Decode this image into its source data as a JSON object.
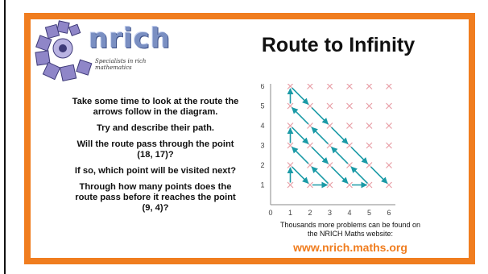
{
  "logo": {
    "name": "nrich",
    "tagline": "Specialists in rich mathematics"
  },
  "title": "Route to Infinity",
  "questions": [
    "Take some time to look at the route the arrows follow in the diagram.",
    "Try and describe their path.",
    "Will the route pass through the point (18, 17)?",
    "If so, which point will be visited next?",
    "Through how many points does the route pass before it reaches the point (9, 4)?"
  ],
  "footer": {
    "line1": "Thousands more problems can be found on",
    "line2": "the NRICH Maths website:",
    "url": "www.nrich.maths.org"
  },
  "colors": {
    "border": "#f07d1f",
    "arrow": "#1a9aa6",
    "cross": "#e8a0a8",
    "logo_tile": "#8f86c8"
  },
  "chart_data": {
    "type": "scatter",
    "x_ticks": [
      "0",
      "1",
      "2",
      "3",
      "4",
      "5",
      "6"
    ],
    "y_ticks": [
      "1",
      "2",
      "3",
      "4",
      "5",
      "6"
    ],
    "xlim": [
      0,
      6
    ],
    "ylim": [
      0,
      6
    ],
    "grid": false,
    "points": "all integer points (x, y) with 1 ≤ x ≤ 6 and 1 ≤ y ≤ 6, marked with crosses",
    "route": [
      [
        1,
        1
      ],
      [
        1,
        2
      ],
      [
        2,
        1
      ],
      [
        3,
        1
      ],
      [
        2,
        2
      ],
      [
        1,
        3
      ],
      [
        1,
        4
      ],
      [
        2,
        3
      ],
      [
        3,
        2
      ],
      [
        4,
        1
      ],
      [
        5,
        1
      ],
      [
        4,
        2
      ],
      [
        3,
        3
      ],
      [
        2,
        4
      ],
      [
        1,
        5
      ],
      [
        1,
        6
      ],
      [
        2,
        5
      ],
      [
        3,
        4
      ],
      [
        4,
        3
      ],
      [
        5,
        2
      ],
      [
        6,
        1
      ]
    ]
  }
}
